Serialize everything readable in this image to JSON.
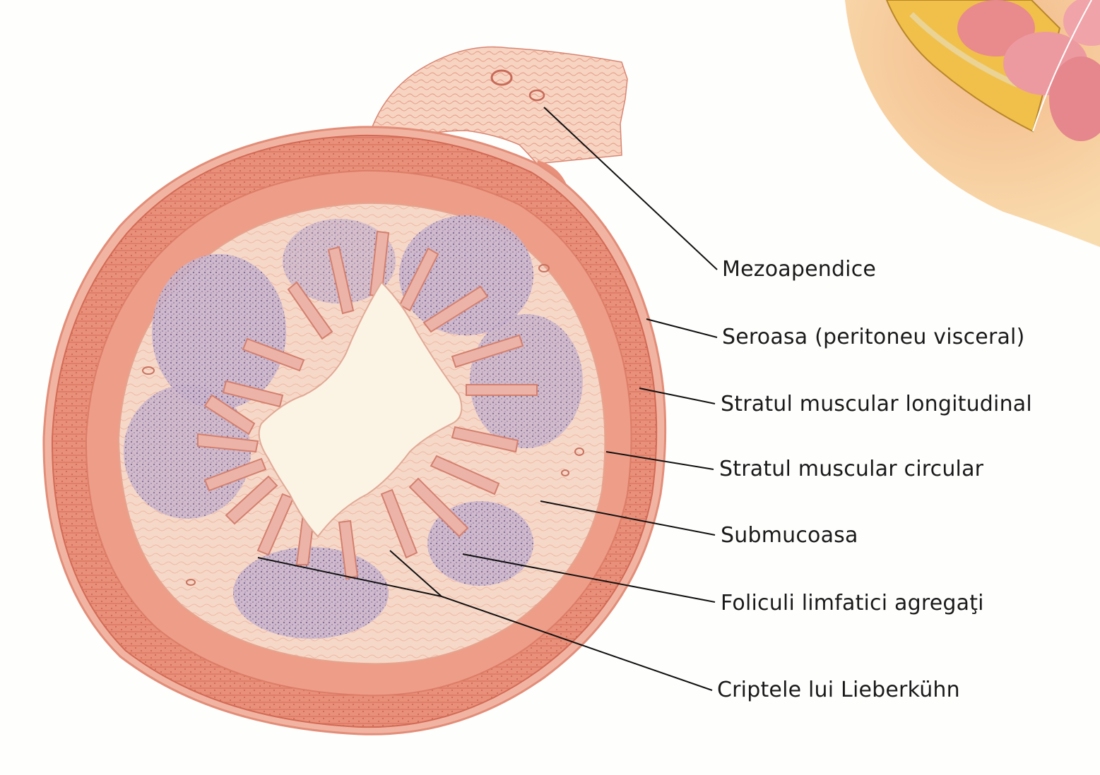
{
  "figure": {
    "labels": {
      "mezoapendice": "Mezoapendice",
      "seroasa": "Seroasa (peritoneu visceral)",
      "stratul_longitudinal": "Stratul muscular longitudinal",
      "stratul_circular": "Stratul muscular circular",
      "submucoasa": "Submucoasa",
      "foliculi": "Foliculi limfatici agregaţi",
      "criptele": "Criptele lui Lieberkühn"
    },
    "colors": {
      "muscular_layer": "#e9907a",
      "muscular_dark": "#d9735f",
      "serosa": "#f2b4a2",
      "submucosa": "#f6d8c8",
      "lymphoid_follicle": "#b9a3c4",
      "follicle_dots": "#6b5a8f",
      "mucosa": "#ecb4a8",
      "lumen": "#fbf3e4",
      "leader_line": "#111111",
      "background": "#fefefd",
      "inset_orange": "#f5c98e"
    }
  }
}
